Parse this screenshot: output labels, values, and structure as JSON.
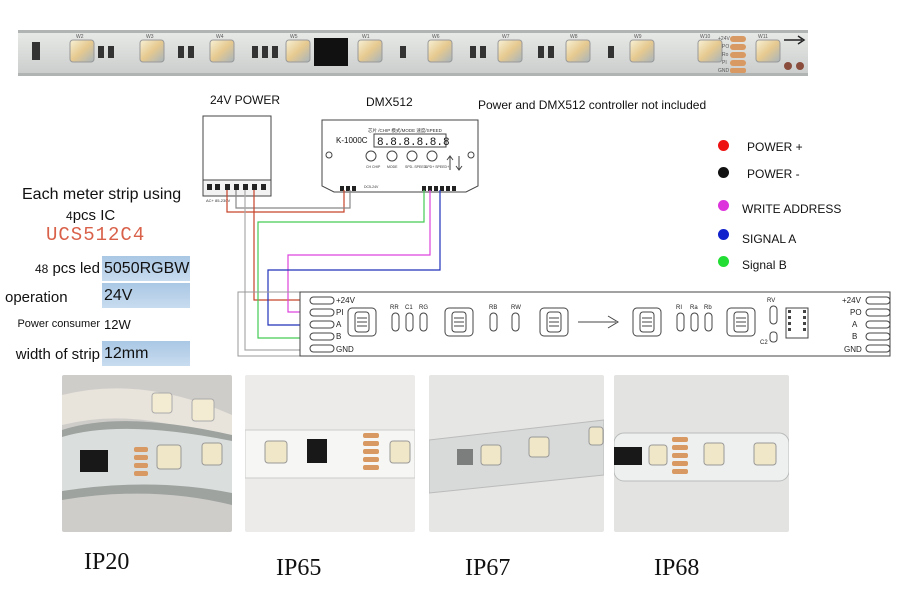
{
  "top_strip": {
    "labels": [
      "W1",
      "W2",
      "W3",
      "W4",
      "W5",
      "W6",
      "W7",
      "W8",
      "W9",
      "W10",
      "W11"
    ],
    "pads": [
      "+24V",
      "PO",
      "Ro",
      "PI",
      "GND"
    ]
  },
  "power_supply": {
    "title": "24V POWER",
    "terminals": "AC+ 85-230V"
  },
  "controller": {
    "title": "DMX512",
    "model": "K-1000C",
    "header": "芯片 /CHIP 模式/MODE 速度/SPEED",
    "display": "8.8.8.8.8.8",
    "buttons": [
      "CH CHIP",
      "MODE",
      "SPD- SPEED-",
      "SPD+ SPEED+"
    ],
    "ports": "DC5-24V"
  },
  "note": "Power and DMX512 controller not included",
  "legend": [
    {
      "label": "POWER +",
      "color": "#ee1111"
    },
    {
      "label": "POWER -",
      "color": "#111111"
    },
    {
      "label": "WRITE ADDRESS",
      "color": "#dd33dd"
    },
    {
      "label": "SIGNAL A",
      "color": "#1122cc"
    },
    {
      "label": "Signal B",
      "color": "#22dd33"
    }
  ],
  "specs": {
    "header": "Each meter strip using",
    "ic_count": "4",
    "ic_suffix": "pcs IC",
    "ic_name": "UCS512C4",
    "led_count": "48",
    "led_suffix": " pcs led",
    "led_value": "5050RGBW",
    "operation_label": "operation",
    "operation_value": "24V",
    "power_label": "Power consumer",
    "power_value": "12W",
    "width_label": "width of strip",
    "width_value": "12mm"
  },
  "strip_diagram": {
    "left_pins": [
      "+24V",
      "PI",
      "A",
      "B",
      "GND"
    ],
    "right_pins": [
      "+24V",
      "PO",
      "A",
      "B",
      "GND"
    ],
    "components": [
      "RR",
      "C1",
      "RG",
      "RB",
      "RW",
      "RI",
      "Ra",
      "Rb",
      "RV",
      "C2"
    ]
  },
  "ratings": [
    "IP20",
    "IP65",
    "IP67",
    "IP68"
  ],
  "colors": {
    "power_pos": "#ee1111",
    "power_neg": "#111111",
    "write_address": "#dd33dd",
    "signal_a": "#1122cc",
    "signal_b": "#22dd33",
    "wire_red": "#c8432a",
    "spec_fill": "#b8d1ea"
  }
}
